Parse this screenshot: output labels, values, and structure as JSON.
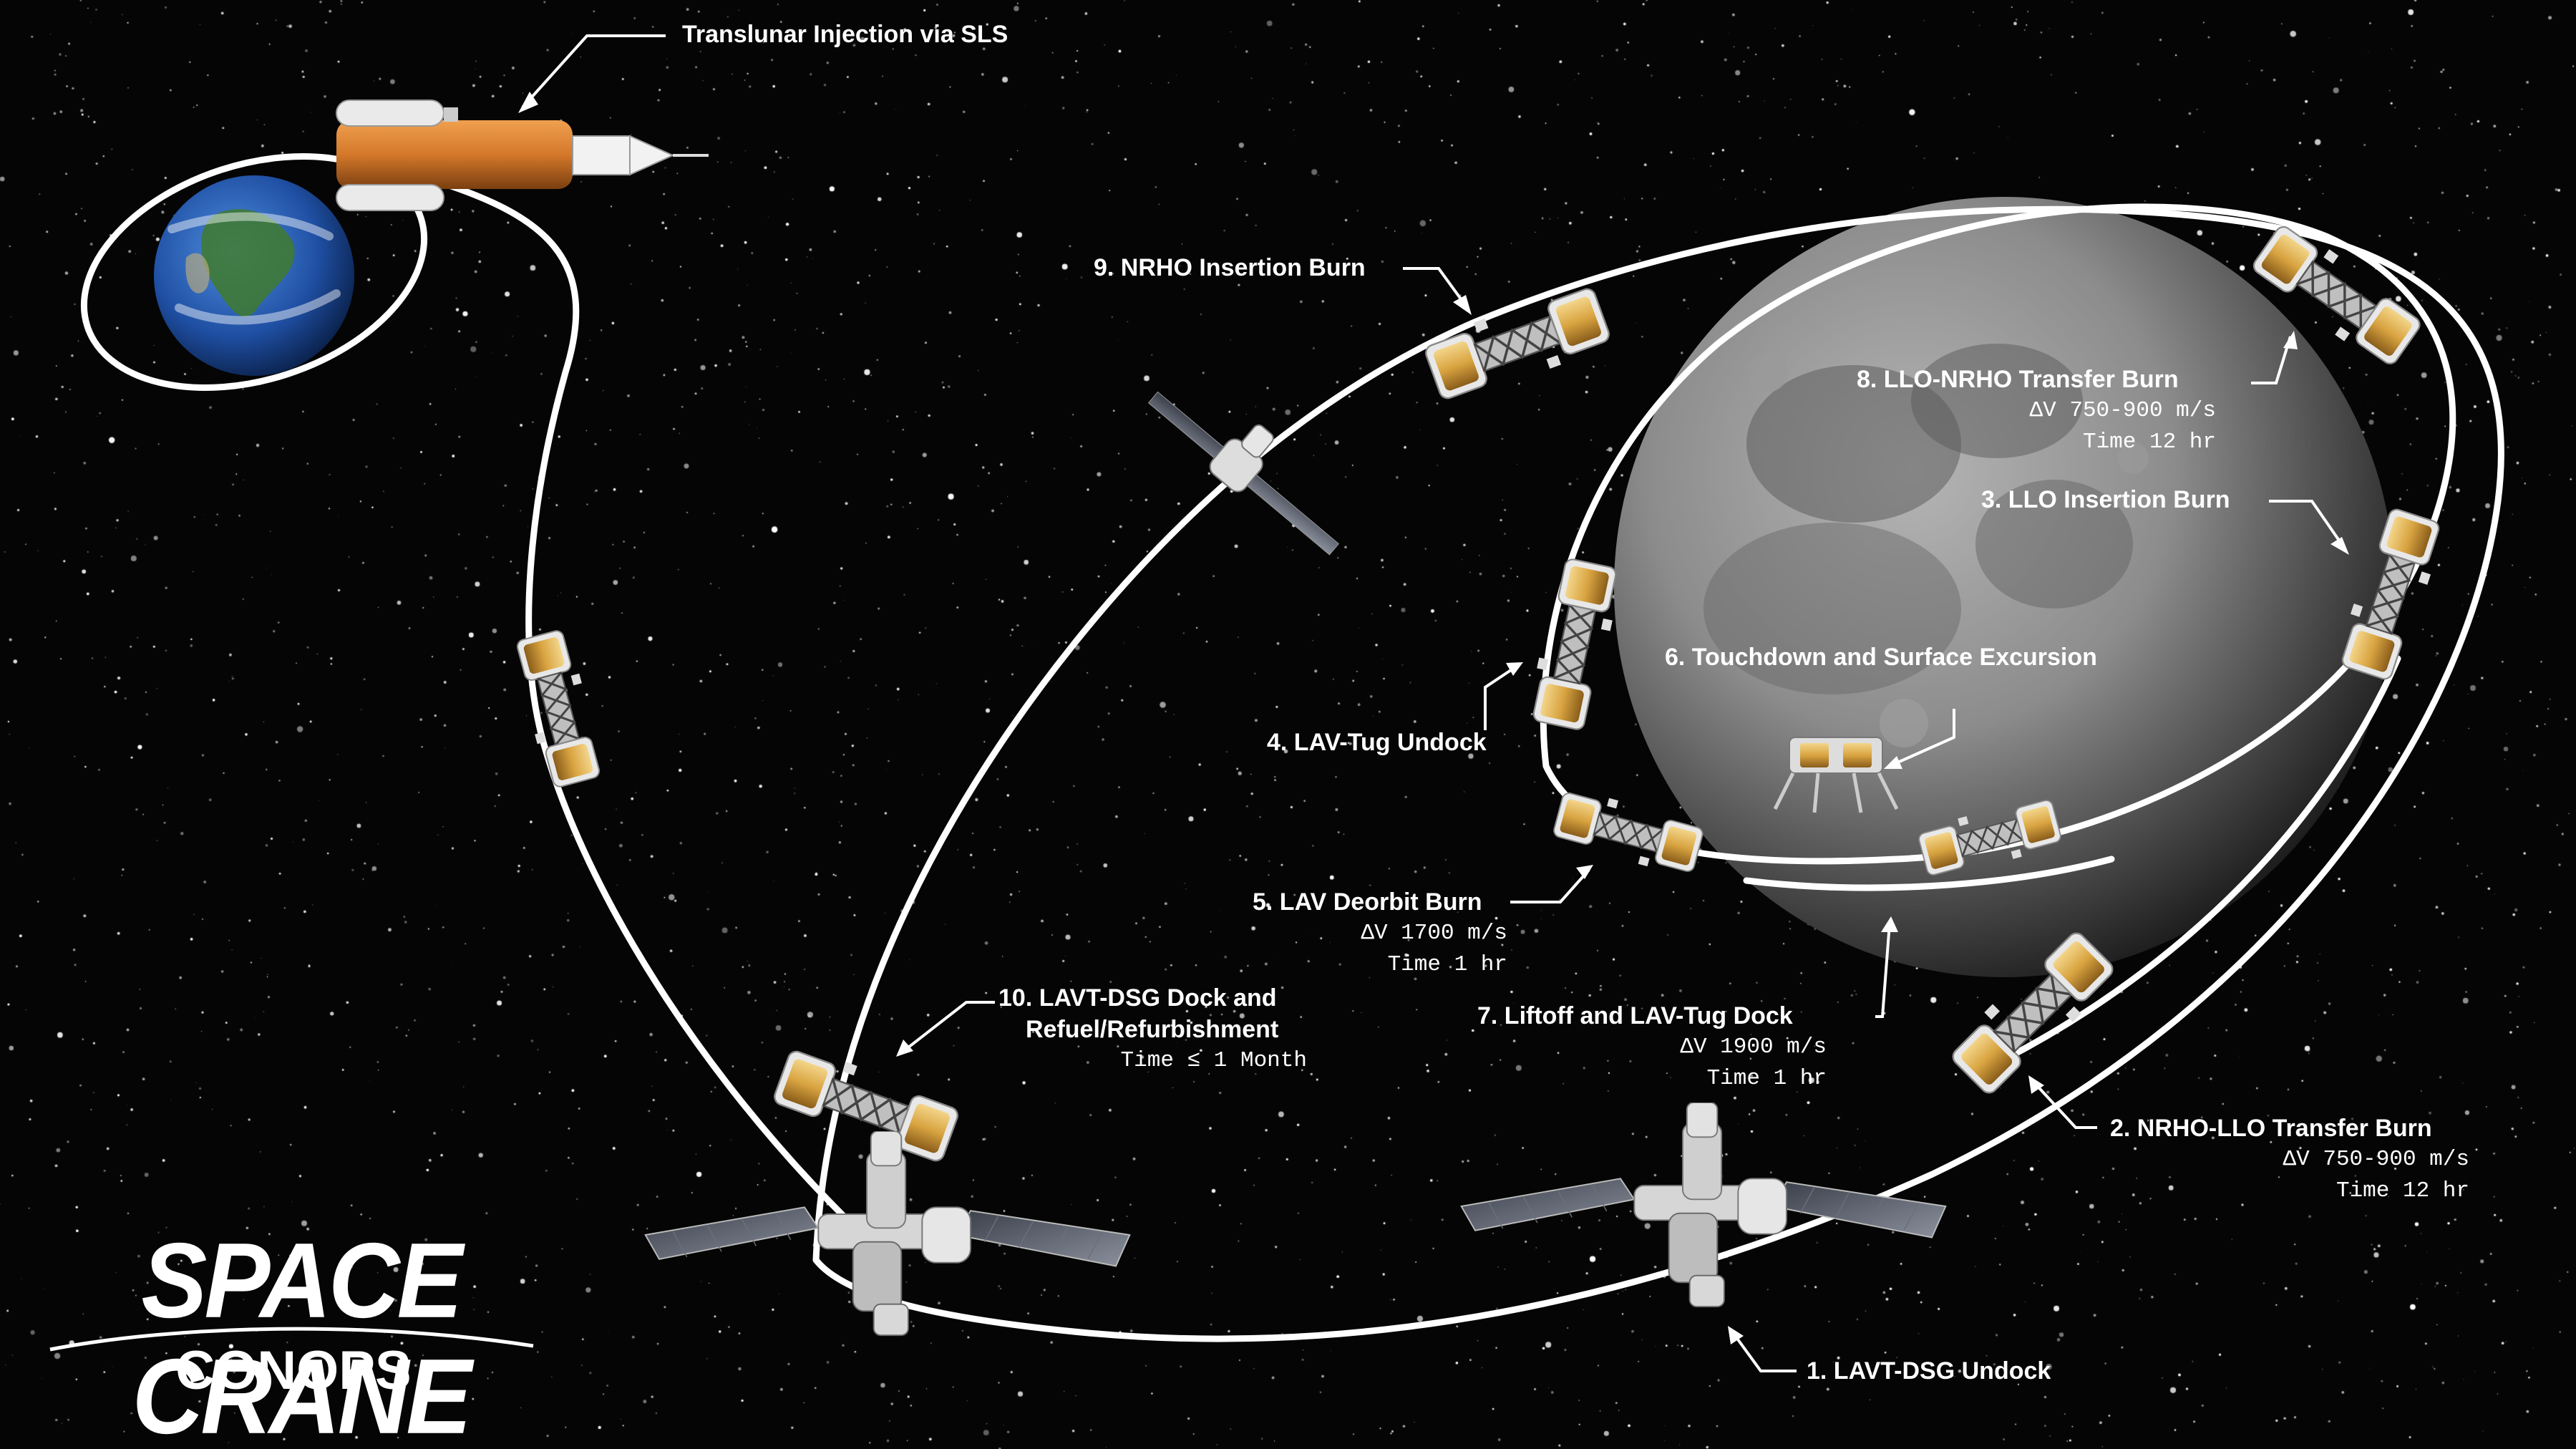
{
  "title": "SPACE CRANE",
  "subtitle": "CONOPS",
  "colors": {
    "background": "#050505",
    "orbit_line": "#ffffff",
    "text": "#ffffff",
    "moon": "#8a8a8a",
    "earth_ocean": "#1f4fa3",
    "sls_core": "#d4782a",
    "tug_panel": "#d9a441"
  },
  "labels": {
    "tli": "Translunar Injection via SLS",
    "nrho_insertion": "9. NRHO Insertion Burn",
    "llo_nrho": {
      "title": "8. LLO-NRHO Transfer Burn",
      "dv": "ΔV 750-900 m/s",
      "time": "Time 12 hr"
    },
    "llo_insertion": "3. LLO Insertion Burn",
    "touchdown": "6. Touchdown and Surface Excursion",
    "lav_undock": "4. LAV-Tug Undock",
    "lav_deorbit": {
      "title": "5. LAV Deorbit Burn",
      "dv": "ΔV 1700 m/s",
      "time": "Time 1 hr"
    },
    "liftoff": {
      "title": "7. Liftoff and LAV-Tug Dock",
      "dv": "ΔV 1900 m/s",
      "time": "Time 1 hr"
    },
    "dsg_dock": {
      "title_line1": "10. LAVT-DSG Dock and",
      "title_line2": "Refuel/Refurbishment",
      "time": "Time ≤ 1 Month"
    },
    "nrho_llo": {
      "title": "2. NRHO-LLO Transfer Burn",
      "dv": "ΔV 750-900 m/s",
      "time": "Time 12 hr"
    },
    "dsg_undock": "1. LAVT-DSG Undock"
  },
  "icons": {
    "earth": "earth-icon",
    "moon": "moon-icon",
    "sls": "sls-rocket-icon",
    "tug": "lav-tug-icon",
    "station": "dsg-station-icon",
    "lander": "lander-icon"
  }
}
